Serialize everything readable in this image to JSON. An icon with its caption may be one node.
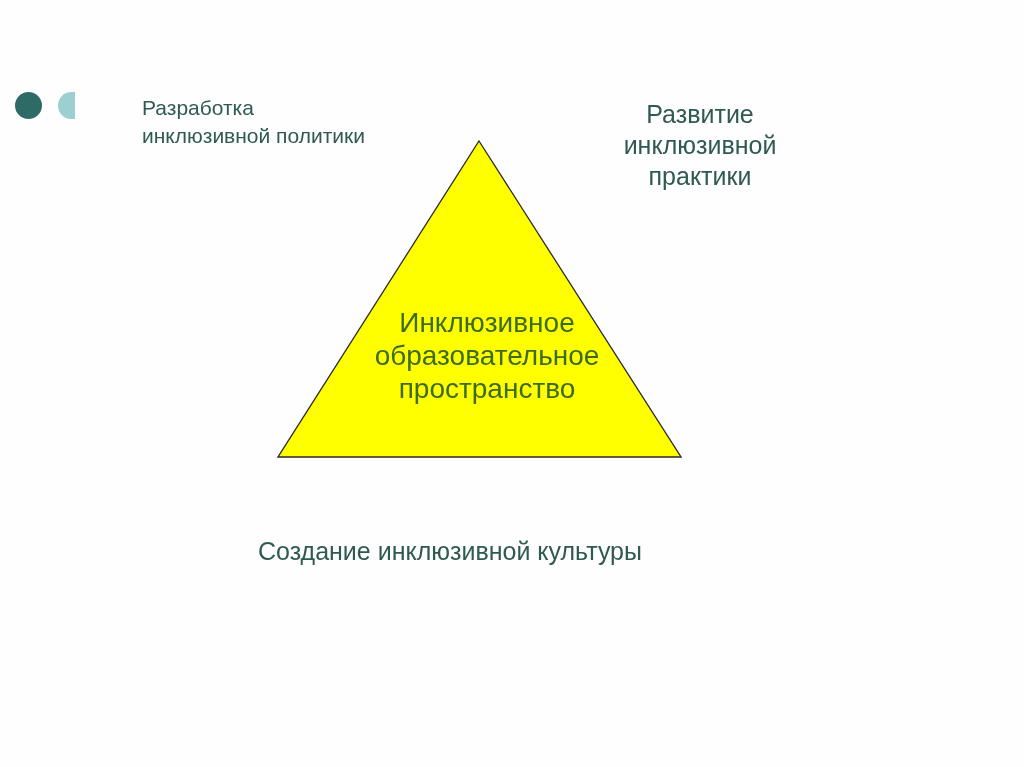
{
  "diagram": {
    "nodes": [
      {
        "text": [
          "Инклюзивное образовательное пространство"
        ]
      }
    ],
    "labels": [
      "Разработка инклюзивной политики",
      "Развитие инклюзивной практики",
      "Создание инклюзивной культуры"
    ]
  }
}
